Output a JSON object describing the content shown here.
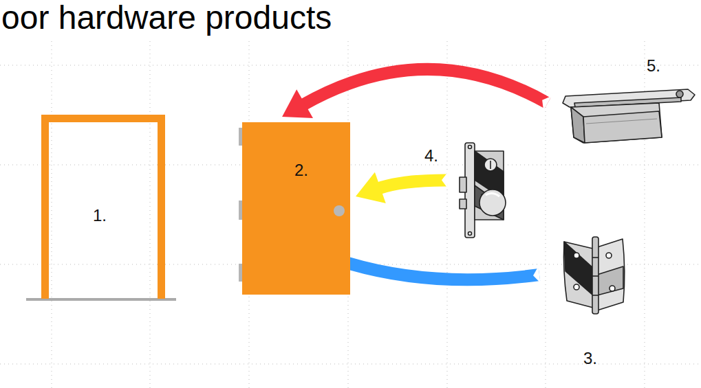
{
  "diagram": {
    "title": "oor hardware products",
    "nodes": [
      {
        "text": [
          "1."
        ]
      },
      {
        "text": [
          "2."
        ]
      },
      {
        "text": [
          "3."
        ]
      },
      {
        "text": [
          "4."
        ]
      },
      {
        "text": [
          "5."
        ]
      }
    ],
    "edges": [
      {
        "from": 4,
        "to": 1,
        "arrow": "to"
      },
      {
        "from": 3,
        "to": 1,
        "arrow": "to"
      },
      {
        "from": 2,
        "to": 1,
        "arrow": "to"
      }
    ]
  }
}
